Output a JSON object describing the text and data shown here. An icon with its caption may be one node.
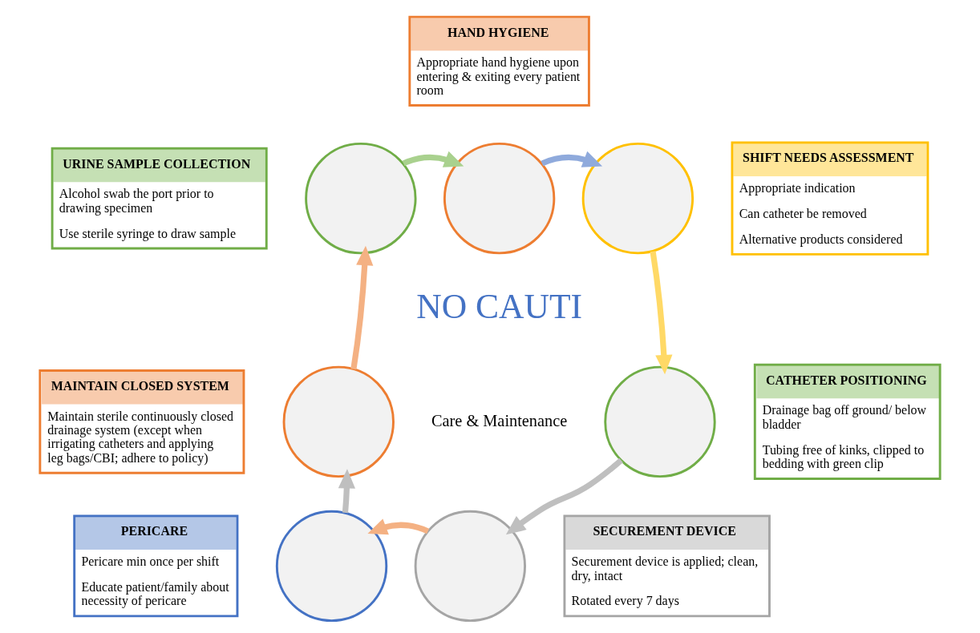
{
  "diagram": {
    "nodes": [
      {
        "text": [
          "HAND HYGIENE",
          "Appropriate hand hygiene upon entering & exiting every patient room"
        ]
      },
      {
        "text": [
          "URINE SAMPLE COLLECTION",
          "Alcohol swab the port prior to drawing specimen",
          "Use sterile syringe to draw sample"
        ]
      },
      {
        "text": [
          "SHIFT NEEDS ASSESSMENT",
          "Appropriate indication",
          "Can catheter be removed",
          "Alternative products considered"
        ]
      },
      {
        "text": [
          "MAINTAIN CLOSED SYSTEM",
          "Maintain sterile continuously closed drainage system (except when irrigating catheters and applying leg bags/CBI; adhere to policy)"
        ]
      },
      {
        "text": [
          "CATHETER POSITIONING",
          "Drainage bag off ground/ below bladder",
          "Tubing free of kinks, clipped to bedding with green clip"
        ]
      },
      {
        "text": [
          "PERICARE",
          "Pericare min once per shift",
          "Educate patient/family about necessity of pericare"
        ]
      },
      {
        "text": [
          "SECUREMENT DEVICE",
          "Securement device is applied; clean, dry, intact",
          "Rotated every 7 days"
        ]
      },
      {
        "text": [],
        "shape": "circle"
      },
      {
        "text": [],
        "shape": "circle"
      },
      {
        "text": [],
        "shape": "circle"
      },
      {
        "text": [],
        "shape": "circle"
      },
      {
        "text": [],
        "shape": "circle"
      },
      {
        "text": [],
        "shape": "circle"
      },
      {
        "text": [],
        "shape": "circle"
      }
    ],
    "edges": [
      {
        "from": 7,
        "to": 8,
        "arrow": "to",
        "color": "#a9d18e"
      },
      {
        "from": 8,
        "to": 9,
        "arrow": "to",
        "color": "#8faadc"
      },
      {
        "from": 9,
        "to": 11,
        "arrow": "to",
        "color": "#ffd966"
      },
      {
        "from": 11,
        "to": 13,
        "arrow": "to",
        "color": "#bfbfbf"
      },
      {
        "from": 13,
        "to": 12,
        "arrow": "to",
        "color": "#f4b183"
      },
      {
        "from": 12,
        "to": 10,
        "arrow": "to",
        "color": "#bfbfbf"
      },
      {
        "from": 10,
        "to": 7,
        "arrow": "to",
        "color": "#f4b183"
      }
    ],
    "labels": [
      "NO CAUTI",
      "Care & Maintenance"
    ]
  }
}
